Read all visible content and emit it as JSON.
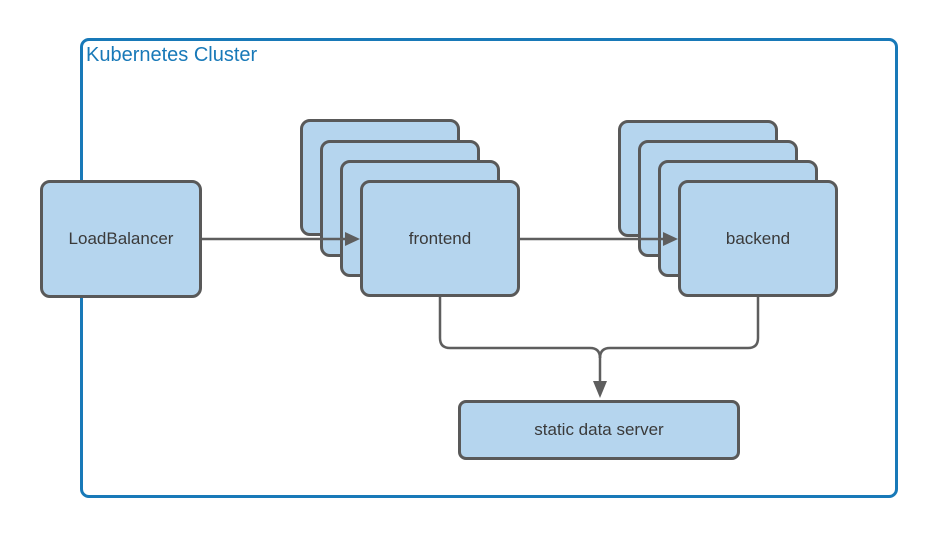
{
  "cluster": {
    "label": "Kubernetes Cluster"
  },
  "nodes": {
    "load_balancer": {
      "label": "LoadBalancer"
    },
    "frontend": {
      "label": "frontend",
      "stack_count": 4
    },
    "backend": {
      "label": "backend",
      "stack_count": 4
    },
    "static_data_server": {
      "label": "static data server"
    }
  },
  "edges": [
    {
      "from": "LoadBalancer",
      "to": "frontend",
      "arrow": true
    },
    {
      "from": "frontend",
      "to": "backend",
      "arrow": true
    },
    {
      "from": "frontend",
      "to": "static data server",
      "arrow": true
    },
    {
      "from": "backend",
      "to": "static data server",
      "arrow": true
    }
  ],
  "colors": {
    "cluster_border": "#1879b8",
    "cluster_label_text": "#1879b8",
    "node_fill": "#b5d5ee",
    "node_border": "#595959",
    "node_text": "#3a3a3a",
    "connector": "#5e5e5e",
    "background": "#ffffff"
  }
}
